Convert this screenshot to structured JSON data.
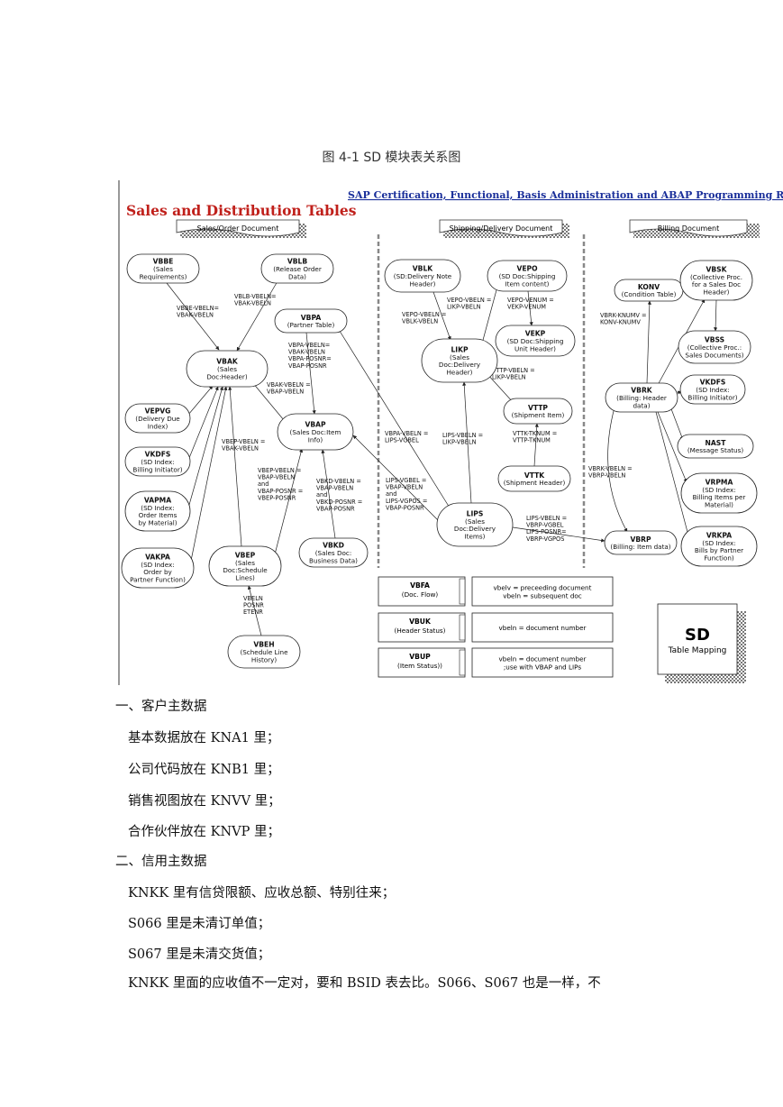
{
  "caption": "图 4-1 SD 模块表关系图",
  "diagram": {
    "title": "Sales and Distribution Tables",
    "header_link": "SAP Certification, Functional, Basis Administration and ABAP Programming Refere",
    "sections": {
      "sales": "Sales/Order Document",
      "shipping": "Shipping/Delivery Document",
      "billing": "Billing Document"
    },
    "nodes": {
      "vbbe": {
        "name": "VBBE",
        "desc": [
          "(Sales",
          "Requirements)"
        ]
      },
      "vblb": {
        "name": "VBLB",
        "desc": [
          "(Release Order",
          "Data)"
        ]
      },
      "vbpa": {
        "name": "VBPA",
        "desc": [
          "(Partner Table)"
        ]
      },
      "vbak": {
        "name": "VBAK",
        "desc": [
          "(Sales",
          "Doc:Header)"
        ]
      },
      "vepvg": {
        "name": "VEPVG",
        "desc": [
          "(Delivery Due",
          "Index)"
        ]
      },
      "vkdfs": {
        "name": "VKDFS",
        "desc": [
          "(SD Index:",
          "Billing Initiator)"
        ]
      },
      "vapma": {
        "name": "VAPMA",
        "desc": [
          "(SD Index:",
          "Order Items",
          "by Material)"
        ]
      },
      "vakpa": {
        "name": "VAKPA",
        "desc": [
          "(SD Index:",
          "Order by",
          "Partner Function)"
        ]
      },
      "vbap": {
        "name": "VBAP",
        "desc": [
          "(Sales Doc:Item",
          "Info)"
        ]
      },
      "vbep": {
        "name": "VBEP",
        "desc": [
          "(Sales",
          "Doc:Schedule",
          "Lines)"
        ]
      },
      "vbkd": {
        "name": "VBKD",
        "desc": [
          "(Sales Doc:",
          "Business Data)"
        ]
      },
      "vbeh": {
        "name": "VBEH",
        "desc": [
          "(Schedule Line",
          "History)"
        ]
      },
      "vblk": {
        "name": "VBLK",
        "desc": [
          "(SD:Delivery Note",
          "Header)"
        ]
      },
      "vepo": {
        "name": "VEPO",
        "desc": [
          "(SD Doc:Shipping",
          "Item content)"
        ]
      },
      "vekp": {
        "name": "VEKP",
        "desc": [
          "(SD Doc:Shipping",
          "Unit Header)"
        ]
      },
      "likp": {
        "name": "LIKP",
        "desc": [
          "(Sales",
          "Doc:Delivery",
          "Header)"
        ]
      },
      "vttp": {
        "name": "VTTP",
        "desc": [
          "(Shipment Item)"
        ]
      },
      "vttk": {
        "name": "VTTK",
        "desc": [
          "(Shipment Header)"
        ]
      },
      "lips": {
        "name": "LIPS",
        "desc": [
          "(Sales",
          "Doc:Delivery",
          "Items)"
        ]
      },
      "konv": {
        "name": "KONV",
        "desc": [
          "(Condition Table)"
        ]
      },
      "vbsk": {
        "name": "VBSK",
        "desc": [
          "(Collective Proc.",
          "for a Sales Doc",
          "Header)"
        ]
      },
      "vbss": {
        "name": "VBSS",
        "desc": [
          "(Collective Proc.:",
          "Sales Documents)"
        ]
      },
      "vbrk": {
        "name": "VBRK",
        "desc": [
          "(Billing: Header",
          "data)"
        ]
      },
      "vkdfs2": {
        "name": "VKDFS",
        "desc": [
          "(SD Index:",
          "Billing Initiator)"
        ]
      },
      "nast": {
        "name": "NAST",
        "desc": [
          "(Message Status)"
        ]
      },
      "vrpma": {
        "name": "VRPMA",
        "desc": [
          "(SD Index:",
          "Billing Items per",
          "Material)"
        ]
      },
      "vbrp": {
        "name": "VBRP",
        "desc": [
          "(Billing: Item data)"
        ]
      },
      "vrkpa": {
        "name": "VRKPA",
        "desc": [
          "(SD Index:",
          "Bills by Partner",
          "Function)"
        ]
      }
    },
    "joins": {
      "vbbe_vbak": [
        "VBBE-VBELN=",
        "VBAK-VBELN"
      ],
      "vblb_vbak": [
        "VBLB-VBELN=",
        "VBAK-VBELN"
      ],
      "vbpa_vbak": [
        "VBPA-VBELN=",
        "VBAK-VBELN",
        "VBPA-POSNR=",
        "VBAP-POSNR"
      ],
      "vbak_vbap": [
        "VBAK-VBELN =",
        "VBAP-VBELN"
      ],
      "vbep_vbak": [
        "VBEP-VBELN =",
        "VBAK-VBELN"
      ],
      "vbep_vbap": [
        "VBEP-VBELN =",
        "VBAP-VBELN",
        "and",
        "VBAP-POSNR =",
        "VBEP-POSNR"
      ],
      "vbkd_vbap": [
        "VBKD-VBELN =",
        "VBAP-VBELN",
        "and",
        "VBKD-POSNR =",
        "VBAP-POSNR"
      ],
      "vbeh_vbep": [
        "VBELN",
        "POSNR",
        "ETENR"
      ],
      "vbpa_lips": [
        "VBPA-VBELN =",
        "LIPS-VGBEL"
      ],
      "lips_vbap": [
        "LIPS-VGBEL =",
        "VBAP-VBELN",
        "and",
        "LIPS-VGPOS =",
        "VBAP-POSNR"
      ],
      "vepo_likp": [
        "VEPO-VBELN =",
        "LIKP-VBELN"
      ],
      "vepo_vekp": [
        "VEPO-VENUM =",
        "VEKP-VENUM"
      ],
      "vepo_vblk": [
        "VEPO-VBELN =",
        "VBLK-VBELN"
      ],
      "vttp_likp": [
        "VTTP-VBELN =",
        "LIKP-VBELN"
      ],
      "vttk_vttp": [
        "VTTK-TKNUM =",
        "VTTP-TKNUM"
      ],
      "lips_likp": [
        "LIPS-VBELN =",
        "LIKP-VBELN"
      ],
      "lips_vbrp": [
        "LIPS-VBELN =",
        "VBRP-VGBEL",
        "LIPS-POSNR=",
        "VBRP-VGPOS"
      ],
      "vbrk_konv": [
        "VBRK-KNUMV =",
        "KONV-KNUMV"
      ],
      "vbrk_vbrp": [
        "VBRK-VBELN =",
        "VBRP-VBELN"
      ]
    },
    "legend": [
      {
        "name": "VBFA",
        "desc": "(Doc. Flow)",
        "note": [
          "vbelv = preceeding document",
          "vbeln = subsequent doc"
        ]
      },
      {
        "name": "VBUK",
        "desc": "(Header Status)",
        "note": [
          "vbeln = document number"
        ]
      },
      {
        "name": "VBUP",
        "desc": "(Item Status))",
        "note": [
          "vbeln = document number",
          ";use with VBAP and LIPs"
        ]
      }
    ],
    "sd_box": {
      "title": "SD",
      "subtitle": "Table Mapping"
    }
  },
  "text_lines": [
    "一、客户主数据",
    "基本数据放在 KNA1 里；",
    "公司代码放在 KNB1 里；",
    "销售视图放在 KNVV 里；",
    "合作伙伴放在 KNVP 里；",
    "二、信用主数据",
    "KNKK 里有信贷限额、应收总额、特别往来；",
    "S066 里是未清订单值；",
    "S067 里是未清交货值；",
    "KNKK 里面的应收值不一定对，要和 BSID 表去比。S066、S067 也是一样，不"
  ]
}
